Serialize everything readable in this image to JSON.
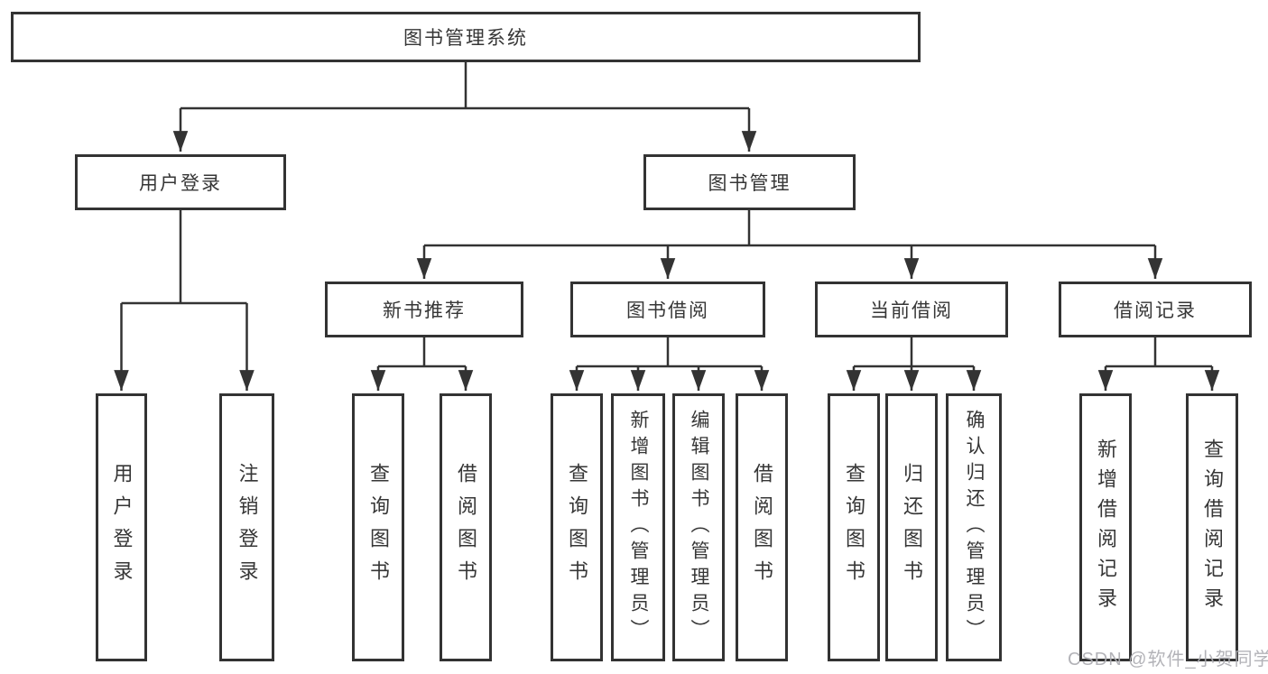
{
  "diagram": {
    "title": "图书管理系统",
    "watermark": "CSDN @软件_小贺同学",
    "colors": {
      "line": "#333333",
      "box_border": "#333333",
      "box_fill": "#ffffff",
      "text": "#363636",
      "watermark": "#acacb2"
    },
    "nodes": {
      "root": "图书管理系统",
      "user_login_branch": "用户登录",
      "book_mgmt_branch": "图书管理",
      "leaf_login": "用户登录",
      "leaf_logout": "注销登录",
      "new_book_module": "新书推荐",
      "book_borrow_module": "图书借阅",
      "current_borrow_module": "当前借阅",
      "borrow_record_module": "借阅记录",
      "nb_query_books": "查询图书",
      "nb_borrow_books": "借阅图书",
      "bb_query_books": "查询图书",
      "bb_add_books_admin": "新增图书（管理员）",
      "bb_edit_books_admin": "编辑图书（管理员）",
      "bb_borrow_books": "借阅图书",
      "cb_query_books": "查询图书",
      "cb_return_books": "归还图书",
      "cb_confirm_return_admin": "确认归还（管理员）",
      "br_add_record": "新增借阅记录",
      "br_query_record": "查询借阅记录"
    }
  }
}
